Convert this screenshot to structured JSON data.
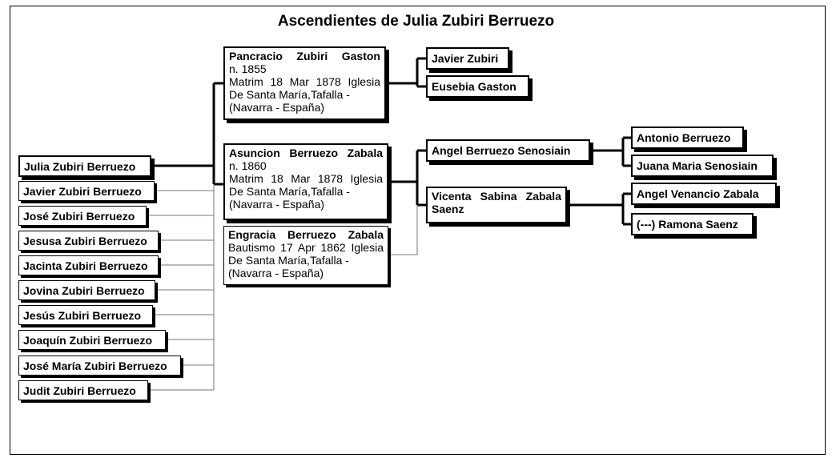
{
  "title": "Ascendientes de Julia Zubiri Berruezo",
  "root": "Julia Zubiri Berruezo",
  "siblings": [
    "Javier Zubiri Berruezo",
    "José Zubiri Berruezo",
    "Jesusa Zubiri Berruezo",
    "Jacinta Zubiri Berruezo",
    "Jovina Zubiri Berruezo",
    "Jesús Zubiri Berruezo",
    "Joaquín Zubiri Berruezo",
    "José María Zubiri Berruezo",
    "Judit Zubiri Berruezo"
  ],
  "father": {
    "name": "Pancracio Zubiri Gaston",
    "lines": [
      "n. 1855",
      "Matrim 18 Mar 1878 Iglesia",
      "De Santa María,Tafalla -",
      "(Navarra - España)"
    ]
  },
  "mother": {
    "name": "Asuncion Berruezo Zabala",
    "lines": [
      "n. 1860",
      "Matrim 18 Mar 1878 Iglesia",
      "De Santa María,Tafalla -",
      "(Navarra - España)"
    ]
  },
  "aunt": {
    "name": "Engracia Berruezo Zabala",
    "lines": [
      "Bautismo 17 Apr 1862 Iglesia",
      "De Santa María,Tafalla -",
      "(Navarra - España)"
    ]
  },
  "paternal_grandfather": "Javier Zubiri",
  "paternal_grandmother": "Eusebia Gaston",
  "maternal_grandfather": "Angel Berruezo Senosiain",
  "maternal_grandmother": {
    "line1": "Vicenta Sabina Zabala",
    "line2": "Saenz"
  },
  "mgf_father": "Antonio Berruezo",
  "mgf_mother": "Juana Maria Senosiain",
  "mgm_father": "Angel Venancio Zabala",
  "mgm_mother": "(---) Ramona Saenz"
}
